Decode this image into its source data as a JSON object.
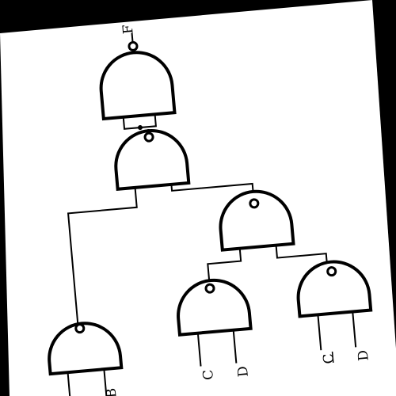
{
  "diagram": {
    "gates": [
      {
        "id": "g_top",
        "type": "NAND"
      },
      {
        "id": "g_mid",
        "type": "NAND"
      },
      {
        "id": "g_right",
        "type": "NAND"
      },
      {
        "id": "g_left_bottom",
        "type": "NAND"
      },
      {
        "id": "g_cd",
        "type": "NAND"
      },
      {
        "id": "g_ncd",
        "type": "NAND"
      }
    ],
    "labels": {
      "output": "F",
      "input_b": "B",
      "input_c": "C",
      "input_d": "D",
      "input_c_bar": "C",
      "input_d2": "D"
    }
  }
}
